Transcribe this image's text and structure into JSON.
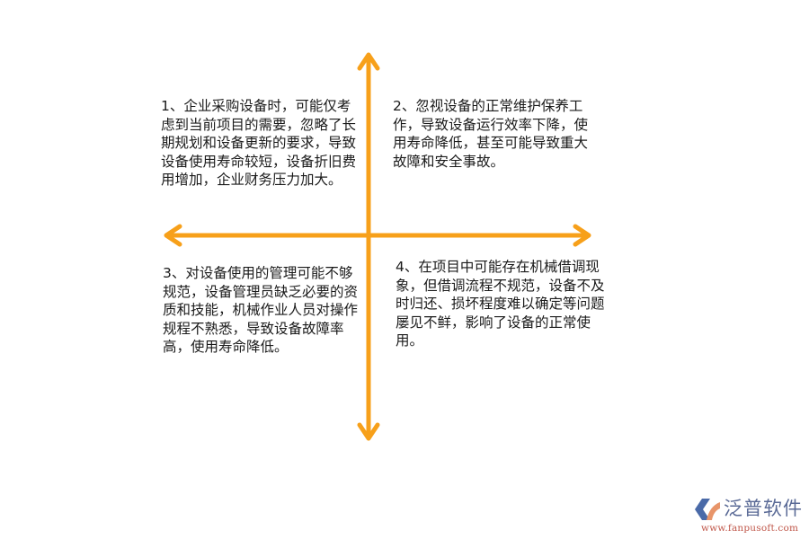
{
  "diagram": {
    "type": "quadrant",
    "axis_color": "#F7A01A",
    "text_color": "#1a1a1a",
    "quadrants": [
      {
        "position": "top-left",
        "text": "1、企业采购设备时，可能仅考虑到当前项目的需要，忽略了长期规划和设备更新的要求，导致设备使用寿命较短，设备折旧费用增加，企业财务压力加大。"
      },
      {
        "position": "top-right",
        "text": "2、忽视设备的正常维护保养工作，导致设备运行效率下降，使用寿命降低，甚至可能导致重大故障和安全事故。"
      },
      {
        "position": "bottom-left",
        "text": "3、对设备使用的管理可能不够规范，设备管理员缺乏必要的资质和技能，机械作业人员对操作规程不熟悉，导致设备故障率高，使用寿命降低。"
      },
      {
        "position": "bottom-right",
        "text": "4、在项目中可能存在机械借调现象，但借调流程不规范，设备不及时归还、损坏程度难以确定等问题屡见不鲜，影响了设备的正常使用。"
      }
    ]
  },
  "logo": {
    "icon": "fanpu-logo-icon",
    "name": "泛普软件",
    "url": "www.fanpusoft.com",
    "colors": {
      "name": "#5a6a96",
      "url": "#c0574a",
      "icon_blue": "#4a6aa8",
      "icon_orange": "#e8956a"
    }
  }
}
